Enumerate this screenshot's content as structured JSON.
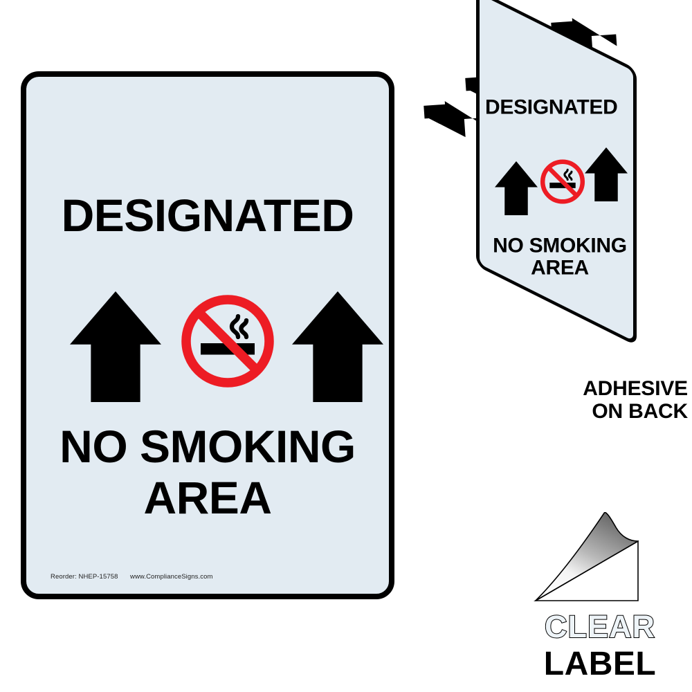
{
  "main_sign": {
    "background_color": "#e2ebf2",
    "border_color": "#000000",
    "headline": "DESIGNATED",
    "bottom_line_1": "NO SMOKING",
    "bottom_line_2": "AREA",
    "arrow_left": "up-arrow",
    "arrow_right": "up-arrow",
    "symbol": "no-smoking-symbol",
    "reorder_code": "Reorder: NHEP-15758",
    "reorder_url": "www.ComplianceSigns.com"
  },
  "perspective_sign": {
    "headline": "DESIGNATED",
    "bottom_line_1": "NO SMOKING",
    "bottom_line_2": "AREA",
    "symbol": "no-smoking-symbol",
    "motion_arrows_count": 4,
    "caption_line_1": "ADHESIVE",
    "caption_line_2": "ON BACK"
  },
  "clear_label": {
    "graphic": "peeling-corner-icon",
    "word_1": "CLEAR",
    "word_2": "LABEL"
  },
  "colors": {
    "sign_background": "#e2ebf2",
    "prohibition_red": "#ed1c24",
    "text_black": "#000000",
    "page_background": "#ffffff"
  }
}
